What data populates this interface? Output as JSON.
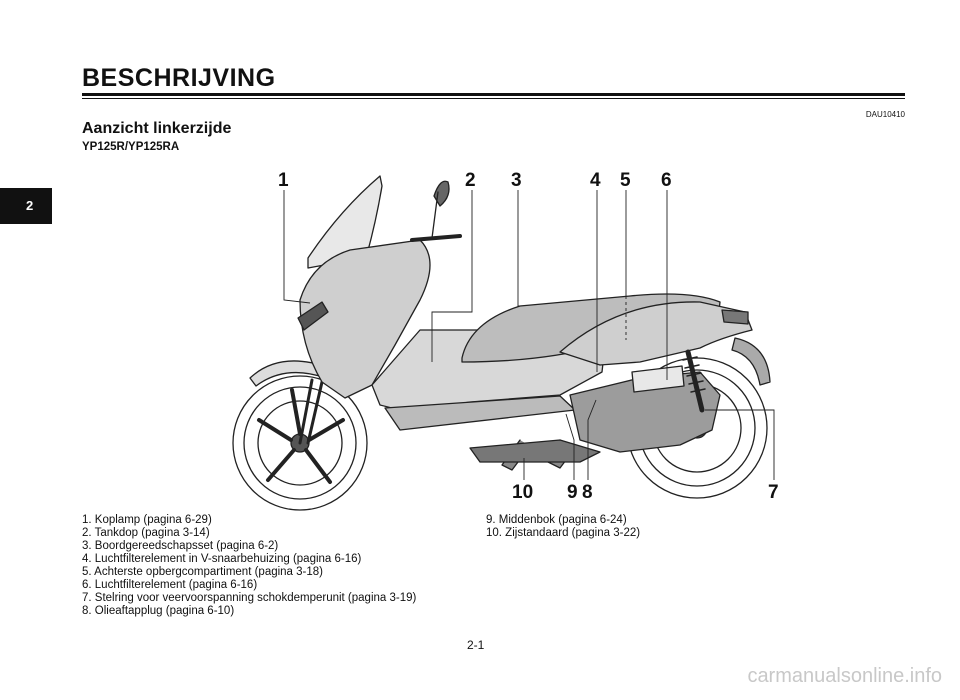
{
  "header": {
    "chapter_title": "BESCHRIJVING",
    "doc_code": "DAU10410"
  },
  "section": {
    "title": "Aanzicht linkerzijde",
    "model": "YP125R/YP125RA"
  },
  "chapter_tab": {
    "label": "2"
  },
  "diagram": {
    "callouts": [
      "1",
      "2",
      "3",
      "4",
      "5",
      "6",
      "10",
      "9",
      "8",
      "7"
    ]
  },
  "legend": {
    "left": [
      "1. Koplamp (pagina 6-29)",
      "2. Tankdop (pagina 3-14)",
      "3. Boordgereedschapsset (pagina 6-2)",
      "4. Luchtfilterelement in V-snaarbehuizing (pagina 6-16)",
      "5. Achterste opbergcompartiment (pagina 3-18)",
      "6. Luchtfilterelement (pagina 6-16)",
      "7. Stelring voor veervoorspanning schokdemperunit (pagina 3-19)",
      "8. Olieaftapplug (pagina 6-10)"
    ],
    "right": [
      "9. Middenbok (pagina 6-24)",
      "10. Zijstandaard (pagina 3-22)"
    ]
  },
  "footer": {
    "page_number": "2-1",
    "watermark": "carmanualsonline.info"
  }
}
